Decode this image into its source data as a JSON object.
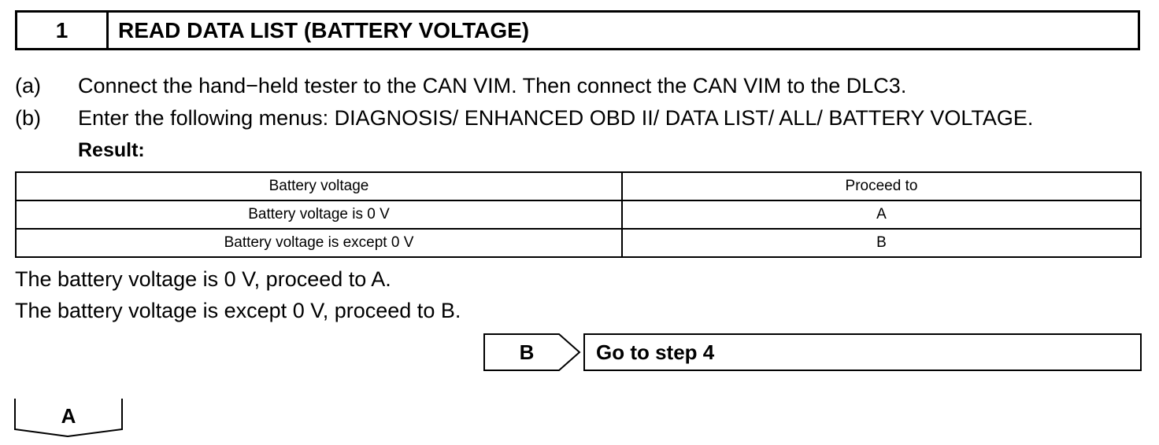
{
  "step": {
    "number": "1",
    "title": "READ DATA LIST (BATTERY VOLTAGE)"
  },
  "instructions": [
    {
      "marker": "(a)",
      "text": "Connect the hand−held tester to the CAN VIM. Then connect the CAN VIM to the DLC3."
    },
    {
      "marker": "(b)",
      "text": "Enter the following menus: DIAGNOSIS/ ENHANCED OBD II/ DATA LIST/ ALL/ BATTERY VOLTAGE."
    }
  ],
  "result_label": "Result:",
  "result_table": {
    "headers": [
      "Battery voltage",
      "Proceed to"
    ],
    "rows": [
      [
        "Battery voltage is 0 V",
        "A"
      ],
      [
        "Battery voltage is except 0 V",
        "B"
      ]
    ]
  },
  "conclusions": [
    "The battery voltage is 0 V, proceed to A.",
    "The battery voltage is except 0 V, proceed to B."
  ],
  "branch_b": {
    "label": "B",
    "target": "Go to step 4"
  },
  "branch_a": {
    "label": "A"
  }
}
